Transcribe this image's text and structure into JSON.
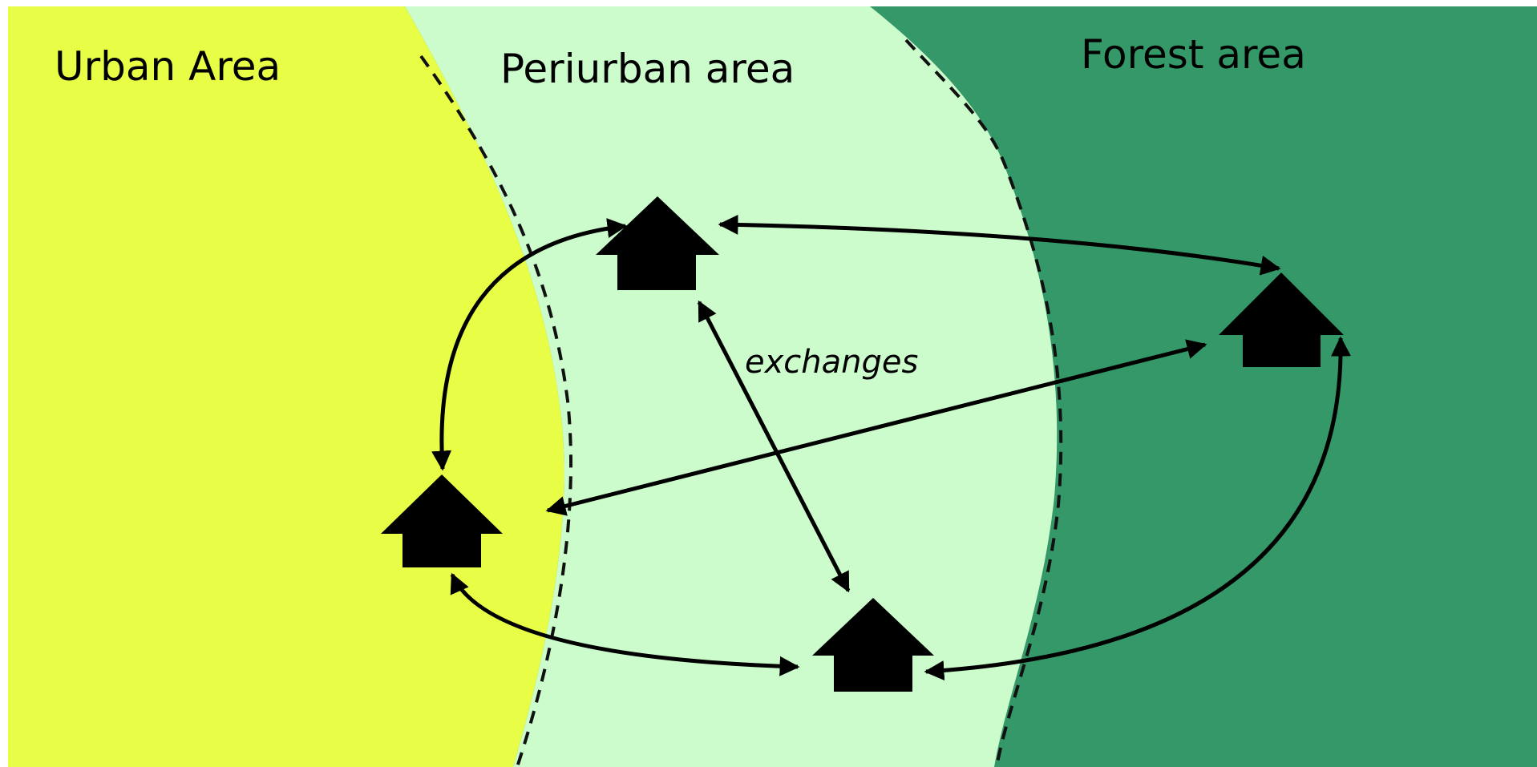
{
  "zones": [
    {
      "id": "urban",
      "label": "Urban Area",
      "color": "#e8fd45"
    },
    {
      "id": "periurban",
      "label": "Periurban area",
      "color": "#ccfccc"
    },
    {
      "id": "forest",
      "label": "Forest area",
      "color": "#359868"
    }
  ],
  "annotation": "exchanges",
  "house_icon": "house-icon",
  "link_style": "double-headed-arrow",
  "ink_color": "#000000",
  "boundary_style": "dashed"
}
